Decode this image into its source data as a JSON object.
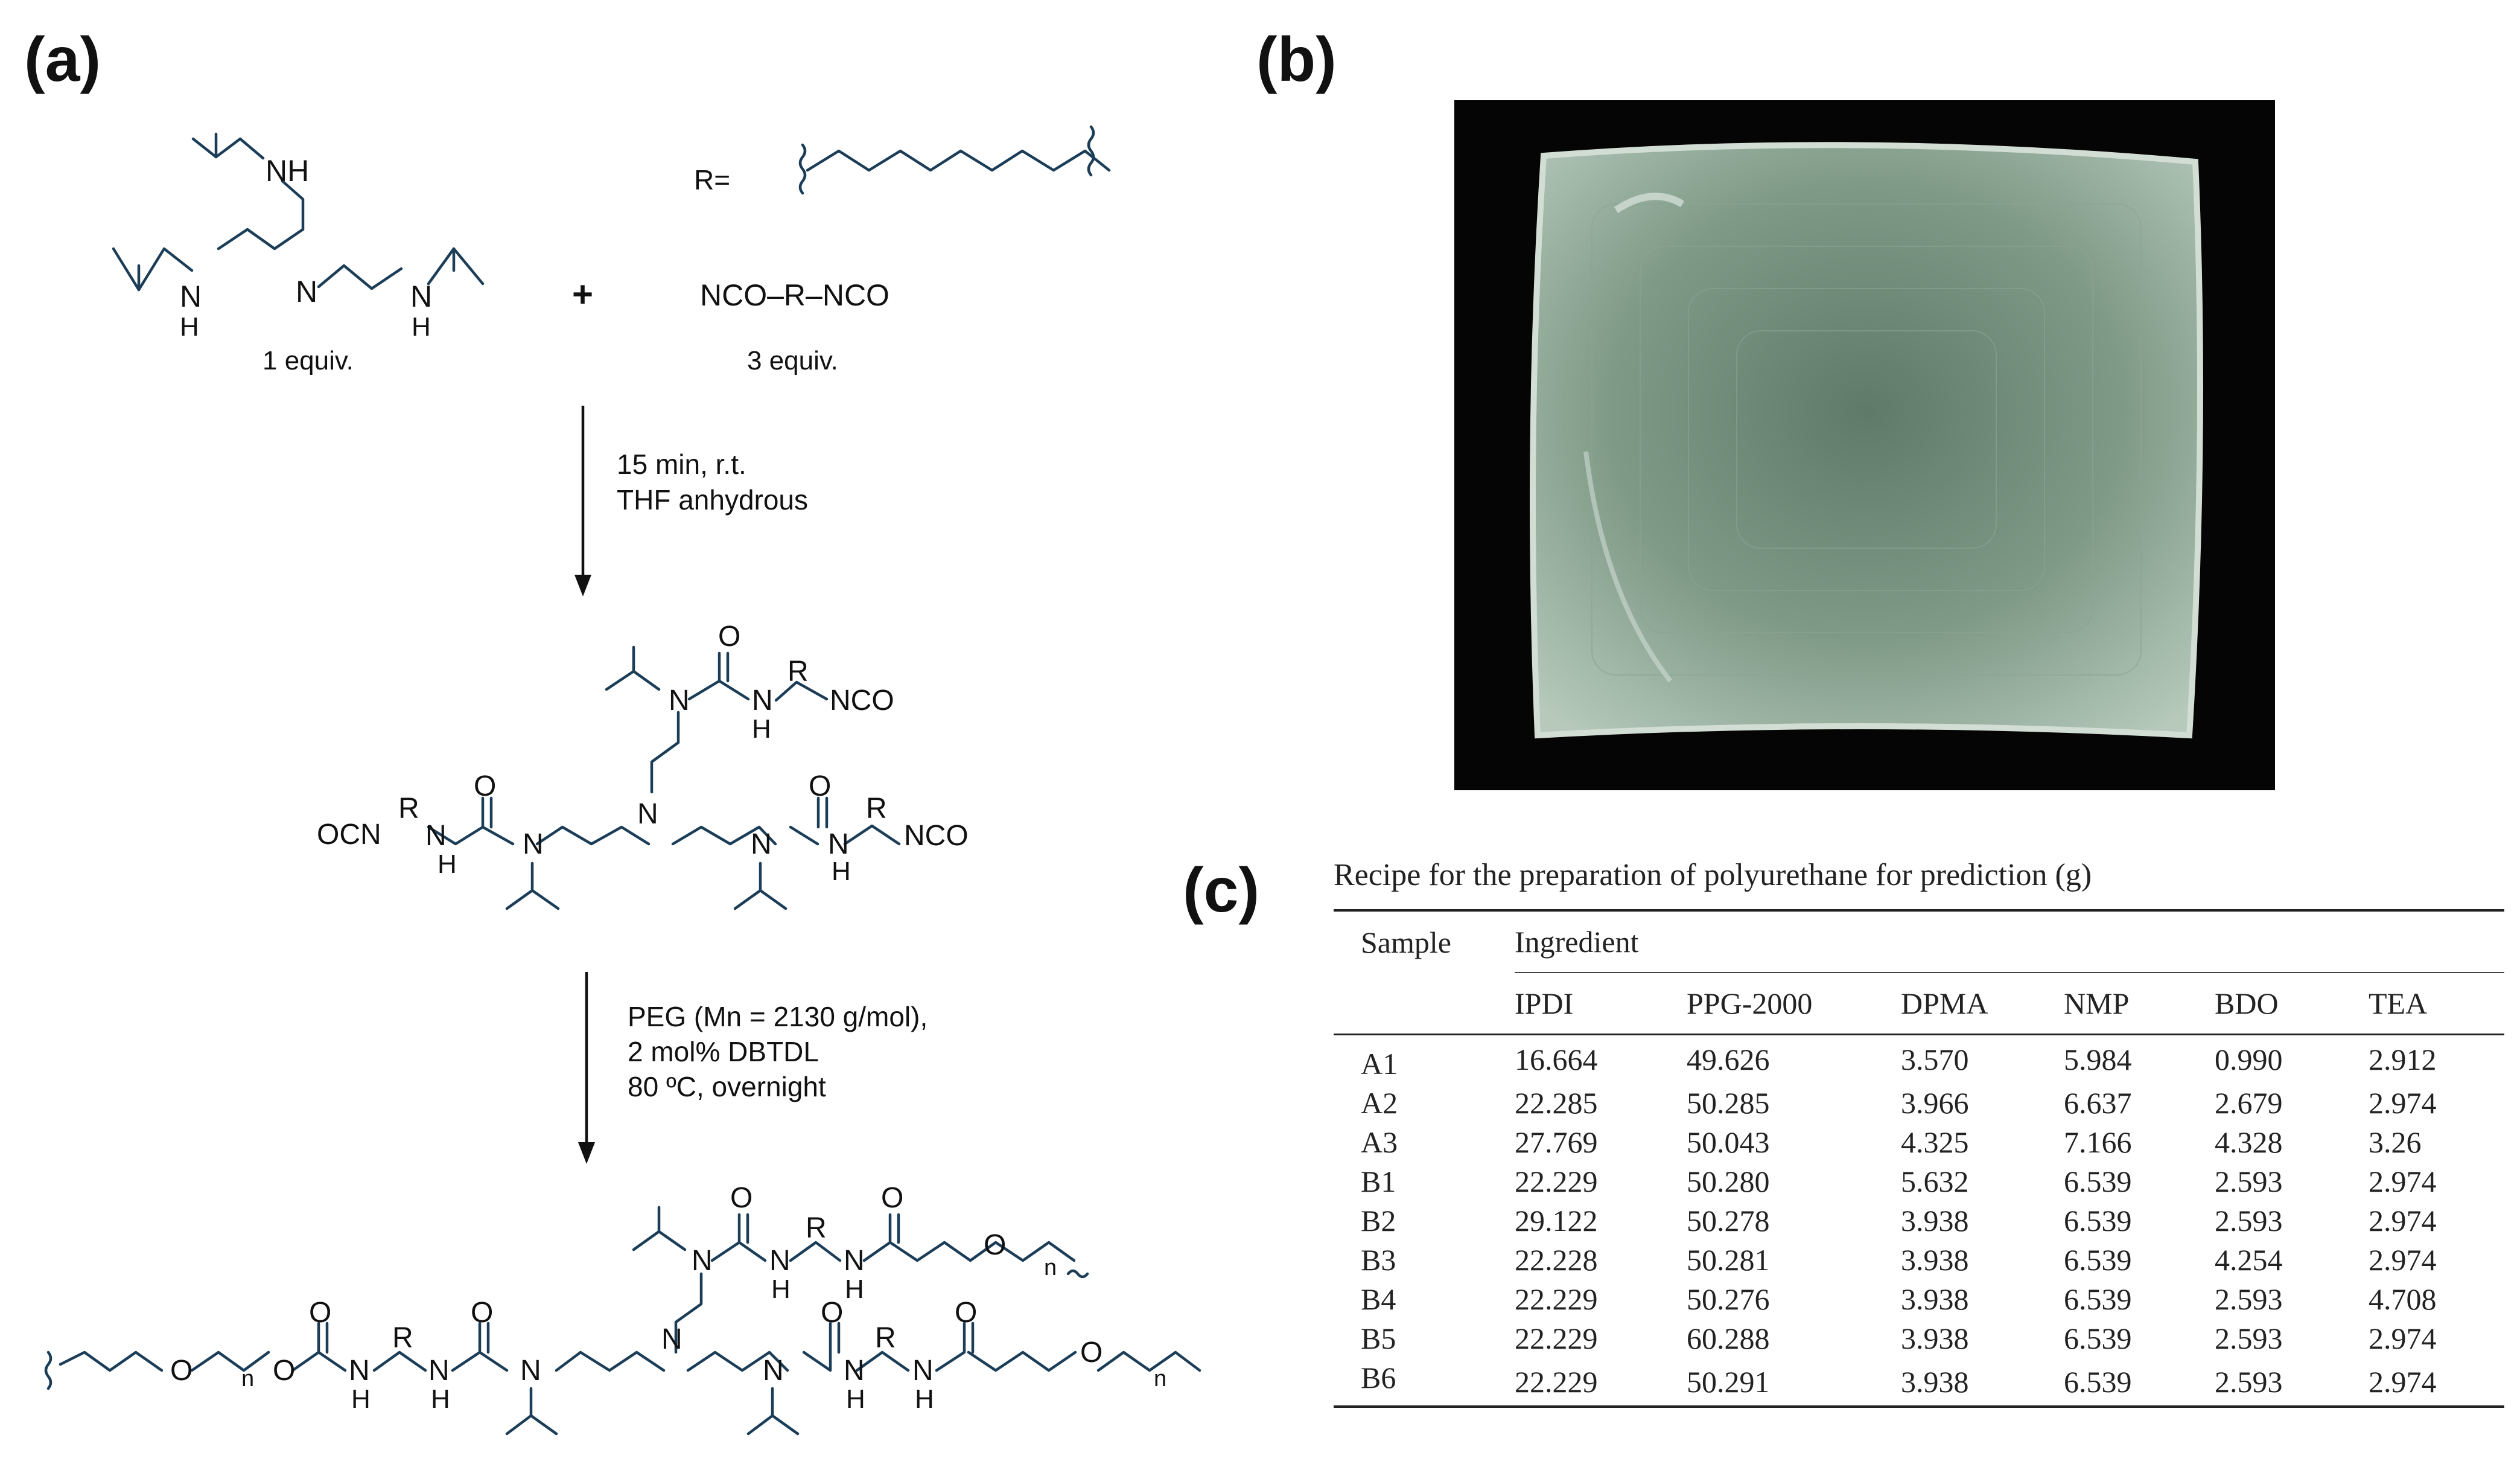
{
  "panels": {
    "a": "(a)",
    "b": "(b)",
    "c": "(c)"
  },
  "scheme": {
    "r_def": "R=",
    "plus": "+",
    "amine_equiv": "1 equiv.",
    "diisocyanate": "NCO–R–NCO",
    "diisocyanate_equiv": "3 equiv.",
    "step1_line1": "15 min, r.t.",
    "step1_line2": "THF anhydrous",
    "step2_line1": "PEG (Mn = 2130 g/mol),",
    "step2_line2": "2 mol% DBTDL",
    "step2_line3": "80 ºC, overnight",
    "atoms": {
      "N": "N",
      "NH": "NH",
      "H": "H",
      "O": "O",
      "R": "R",
      "NCO": "NCO",
      "OCN": "OCN",
      "n": "n"
    }
  },
  "table": {
    "caption": "Recipe for the preparation of polyurethane for prediction (g)",
    "sample_header": "Sample",
    "group_header": "Ingredient",
    "columns": [
      "IPDI",
      "PPG-2000",
      "DPMA",
      "NMP",
      "BDO",
      "TEA"
    ],
    "rows": [
      {
        "sample": "A1",
        "values": [
          "16.664",
          "49.626",
          "3.570",
          "5.984",
          "0.990",
          "2.912"
        ]
      },
      {
        "sample": "A2",
        "values": [
          "22.285",
          "50.285",
          "3.966",
          "6.637",
          "2.679",
          "2.974"
        ]
      },
      {
        "sample": "A3",
        "values": [
          "27.769",
          "50.043",
          "4.325",
          "7.166",
          "4.328",
          "3.26"
        ]
      },
      {
        "sample": "B1",
        "values": [
          "22.229",
          "50.280",
          "5.632",
          "6.539",
          "2.593",
          "2.974"
        ]
      },
      {
        "sample": "B2",
        "values": [
          "29.122",
          "50.278",
          "3.938",
          "6.539",
          "2.593",
          "2.974"
        ]
      },
      {
        "sample": "B3",
        "values": [
          "22.228",
          "50.281",
          "3.938",
          "6.539",
          "4.254",
          "2.974"
        ]
      },
      {
        "sample": "B4",
        "values": [
          "22.229",
          "50.276",
          "3.938",
          "6.539",
          "2.593",
          "4.708"
        ]
      },
      {
        "sample": "B5",
        "values": [
          "22.229",
          "60.288",
          "3.938",
          "6.539",
          "2.593",
          "2.974"
        ]
      },
      {
        "sample": "B6",
        "values": [
          "22.229",
          "50.291",
          "3.938",
          "6.539",
          "2.593",
          "2.974"
        ]
      }
    ]
  },
  "colors": {
    "bond": "#1b3d57",
    "photo_bg": "#050505",
    "film": "#9fb5a6"
  }
}
